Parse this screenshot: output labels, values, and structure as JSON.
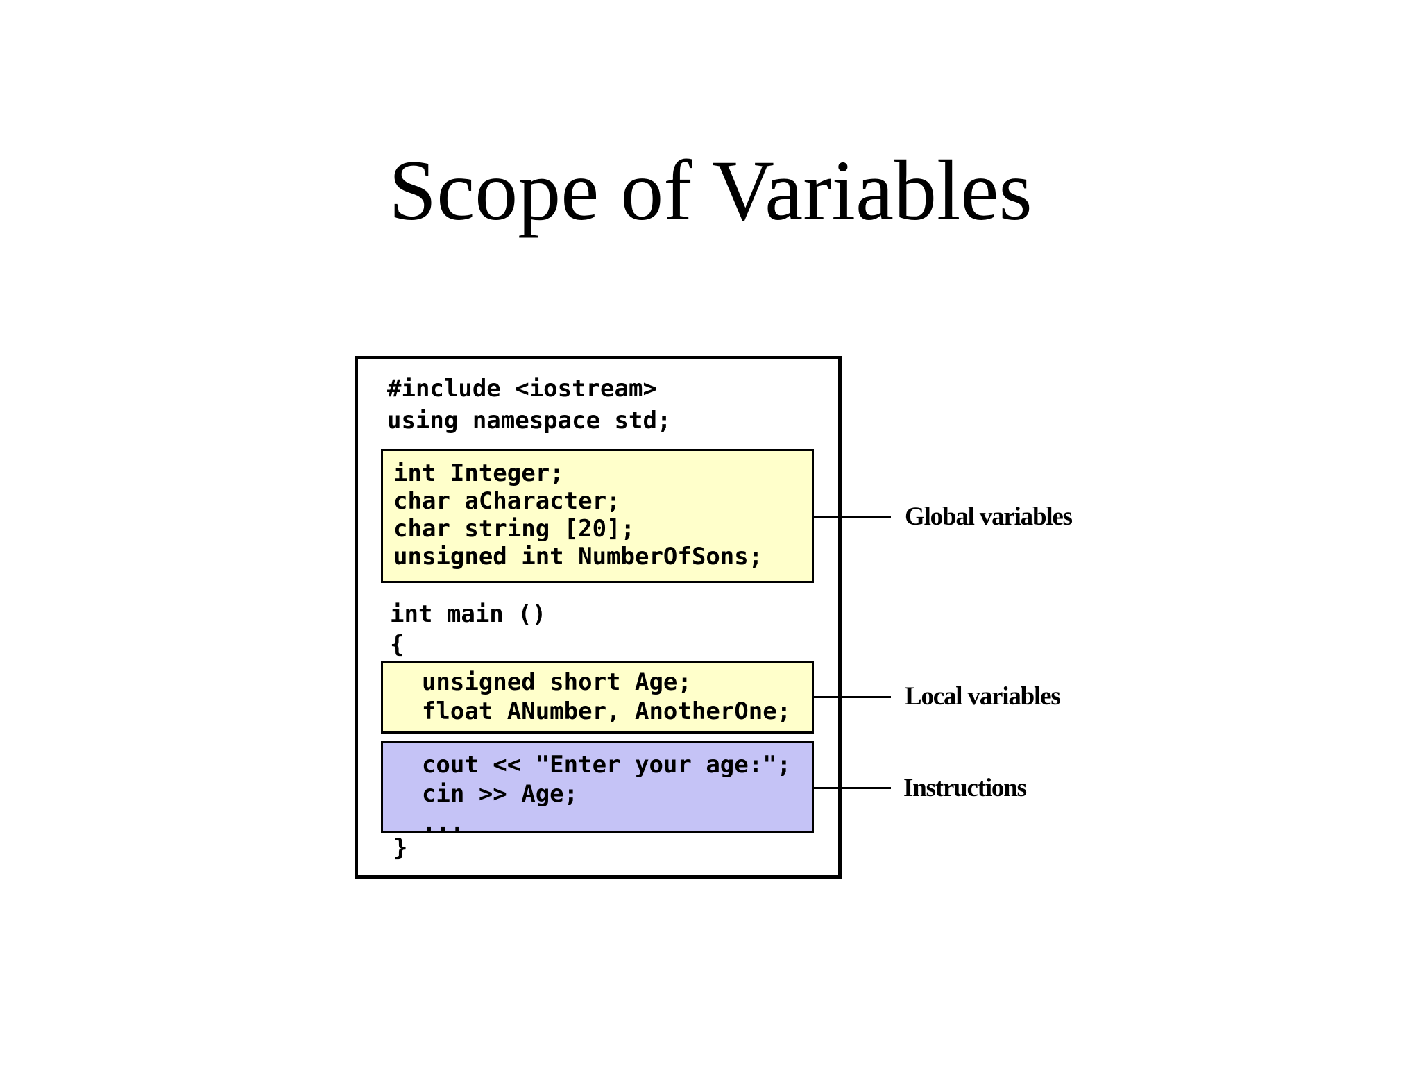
{
  "title": "Scope of Variables",
  "code_figure": {
    "header_lines": [
      "#include <iostream>",
      "using namespace std;"
    ],
    "global_block": {
      "lines": [
        "int Integer;",
        "char aCharacter;",
        "char string [20];",
        "unsigned int NumberOfSons;"
      ]
    },
    "main_signature": "int main ()",
    "open_brace": "{",
    "local_block": {
      "lines": [
        "  unsigned short Age;",
        "  float ANumber, AnotherOne;"
      ]
    },
    "instruction_block": {
      "lines": [
        "  cout << \"Enter your age:\";",
        "  cin >> Age;",
        "  ..."
      ]
    },
    "close_brace": "}"
  },
  "annotations": {
    "global": "Global variables",
    "local": "Local variables",
    "instructions": "Instructions"
  },
  "colors": {
    "variables_highlight": "#FFFFCB",
    "instructions_highlight": "#C5C3F6",
    "border": "#000000",
    "background": "#FFFFFF"
  }
}
